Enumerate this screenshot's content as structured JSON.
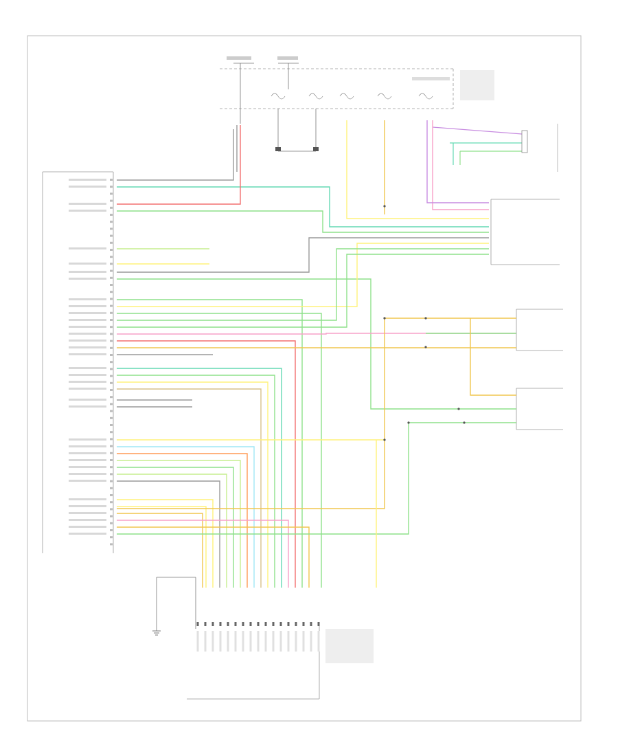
{
  "footer_code": "",
  "wire_colors": {
    "gray": "#9a9a9a",
    "red": "#f26f6f",
    "orange": "#ff9a55",
    "yellow": "#fff27a",
    "gold": "#f0c64e",
    "green": "#8ee08a",
    "teal": "#64d9b3",
    "light_green": "#c6ee8e",
    "cyan": "#9fe7f5",
    "pink": "#f7a0c8",
    "violet": "#c78be0",
    "tan": "#d7c08a"
  },
  "modules": [
    {
      "id": "tcm",
      "icon": "control-module"
    },
    {
      "id": "fuse-box",
      "icon": "fuse-block"
    },
    {
      "id": "trs",
      "icon": "range-sensor"
    },
    {
      "id": "input-speed-sensor",
      "icon": "speed-sensor"
    },
    {
      "id": "output-speed-sensor",
      "icon": "speed-sensor"
    },
    {
      "id": "solenoid-pack",
      "icon": "connector"
    },
    {
      "id": "ground",
      "icon": "ground"
    }
  ]
}
